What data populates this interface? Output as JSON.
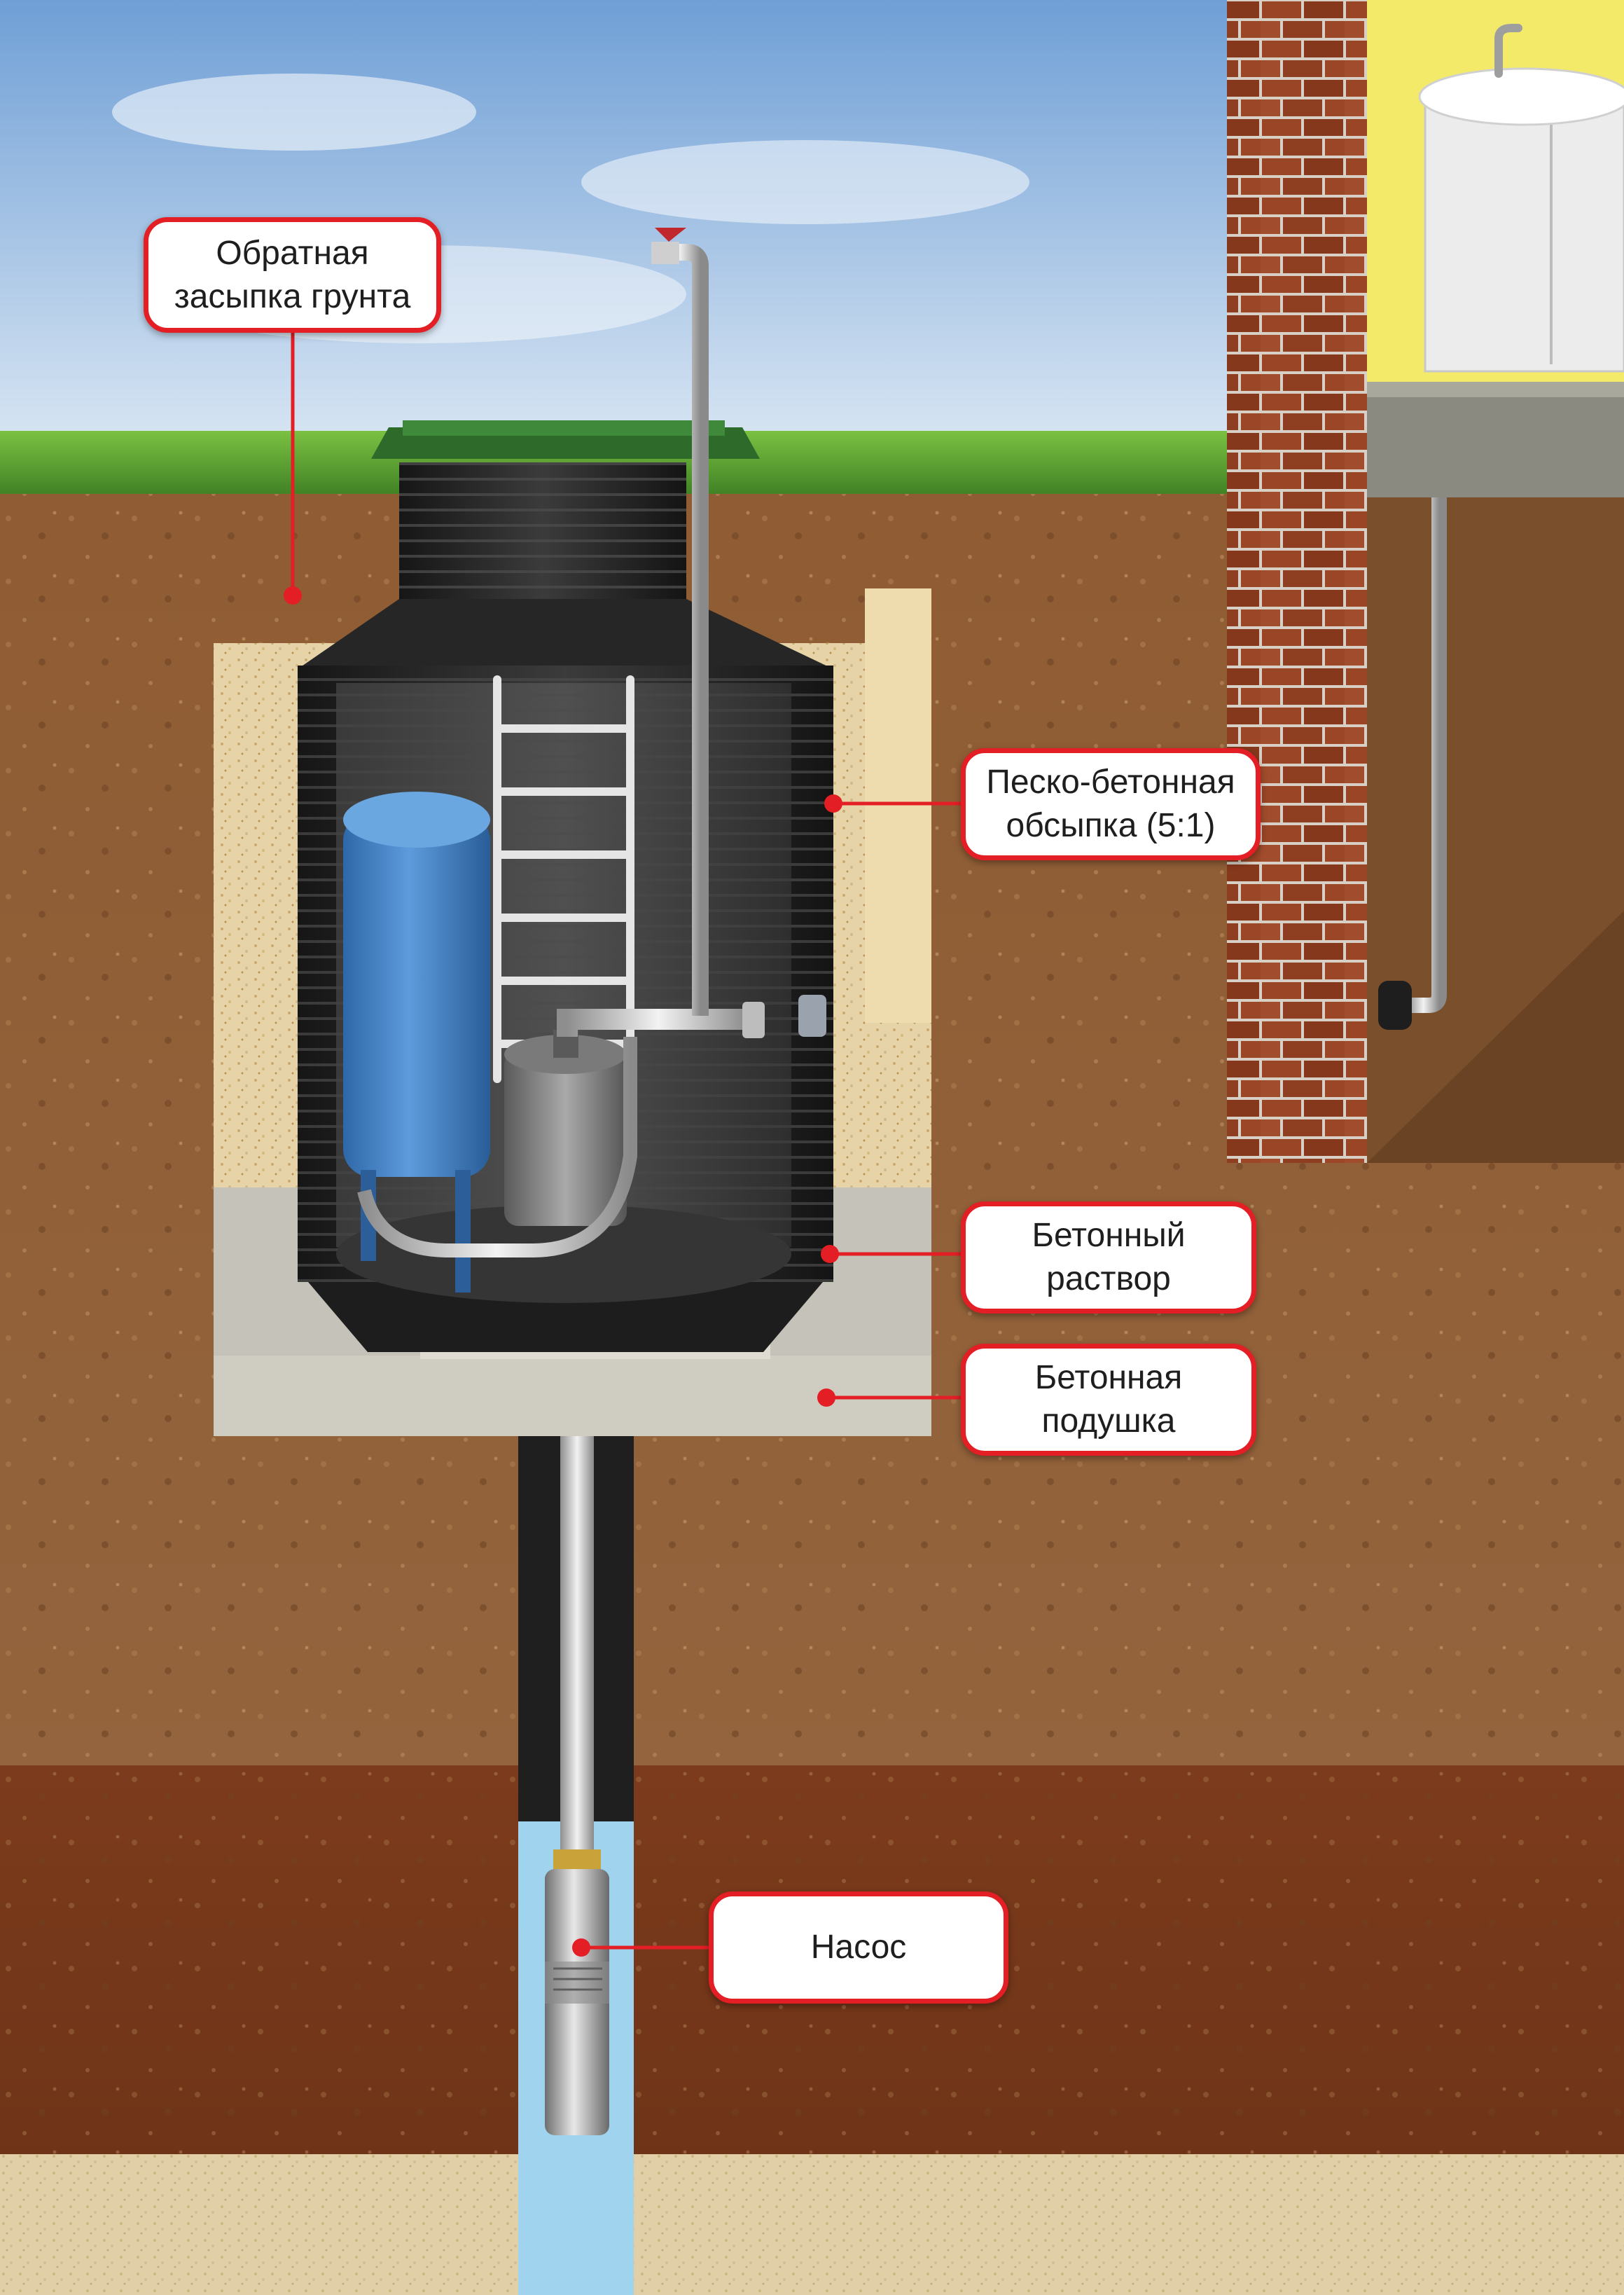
{
  "labels": {
    "backfill": [
      "Обратная",
      "засыпка грунта"
    ],
    "sand_concrete": [
      "Песко-бетонная",
      "обсыпка (5:1)"
    ],
    "concrete_mortar": [
      "Бетонный",
      "раствор"
    ],
    "concrete_pad": [
      "Бетонная",
      "подушка"
    ],
    "pump": [
      "Насос"
    ]
  },
  "colors": {
    "callout_border": "#e31e24",
    "callout_fill": "#ffffff",
    "leader_line": "#e31e24",
    "sky": "#8fb6df",
    "grass": "#4f9a2f",
    "soil": "#8a5a34",
    "clay_layer": "#7a3a1c",
    "sand_bottom": "#d8c6a2",
    "sand_concrete_fill": "#e3cfa1",
    "concrete": "#c9c7bd",
    "well_body": "#2a2a2a",
    "water": "#9fd3ee",
    "tank": "#3d7fc4",
    "brick": "#8b3e22",
    "interior_wall": "#f4ea6a"
  },
  "icons": [
    "valve-icon",
    "faucet-icon",
    "ladder-icon",
    "pump-icon",
    "hydro-tank-icon"
  ]
}
